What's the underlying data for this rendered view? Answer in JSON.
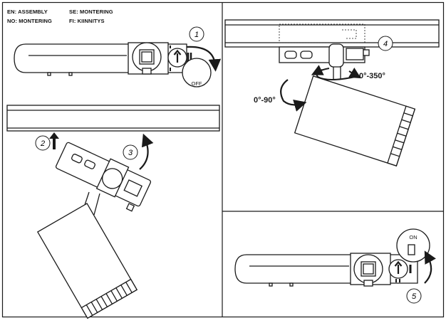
{
  "header": {
    "en": "EN: ASSEMBLY",
    "se": "SE: MONTERING",
    "no": "NO: MONTERING",
    "fi": "FI: KIINNITYS"
  },
  "steps": [
    "1",
    "2",
    "3",
    "4",
    "5"
  ],
  "switch_labels": {
    "off": "OFF",
    "on": "ON"
  },
  "angles": {
    "rotation": "0°-350°",
    "tilt": "0°-90°"
  },
  "colors": {
    "stroke": "#1a1a1a",
    "fill": "#ffffff"
  }
}
